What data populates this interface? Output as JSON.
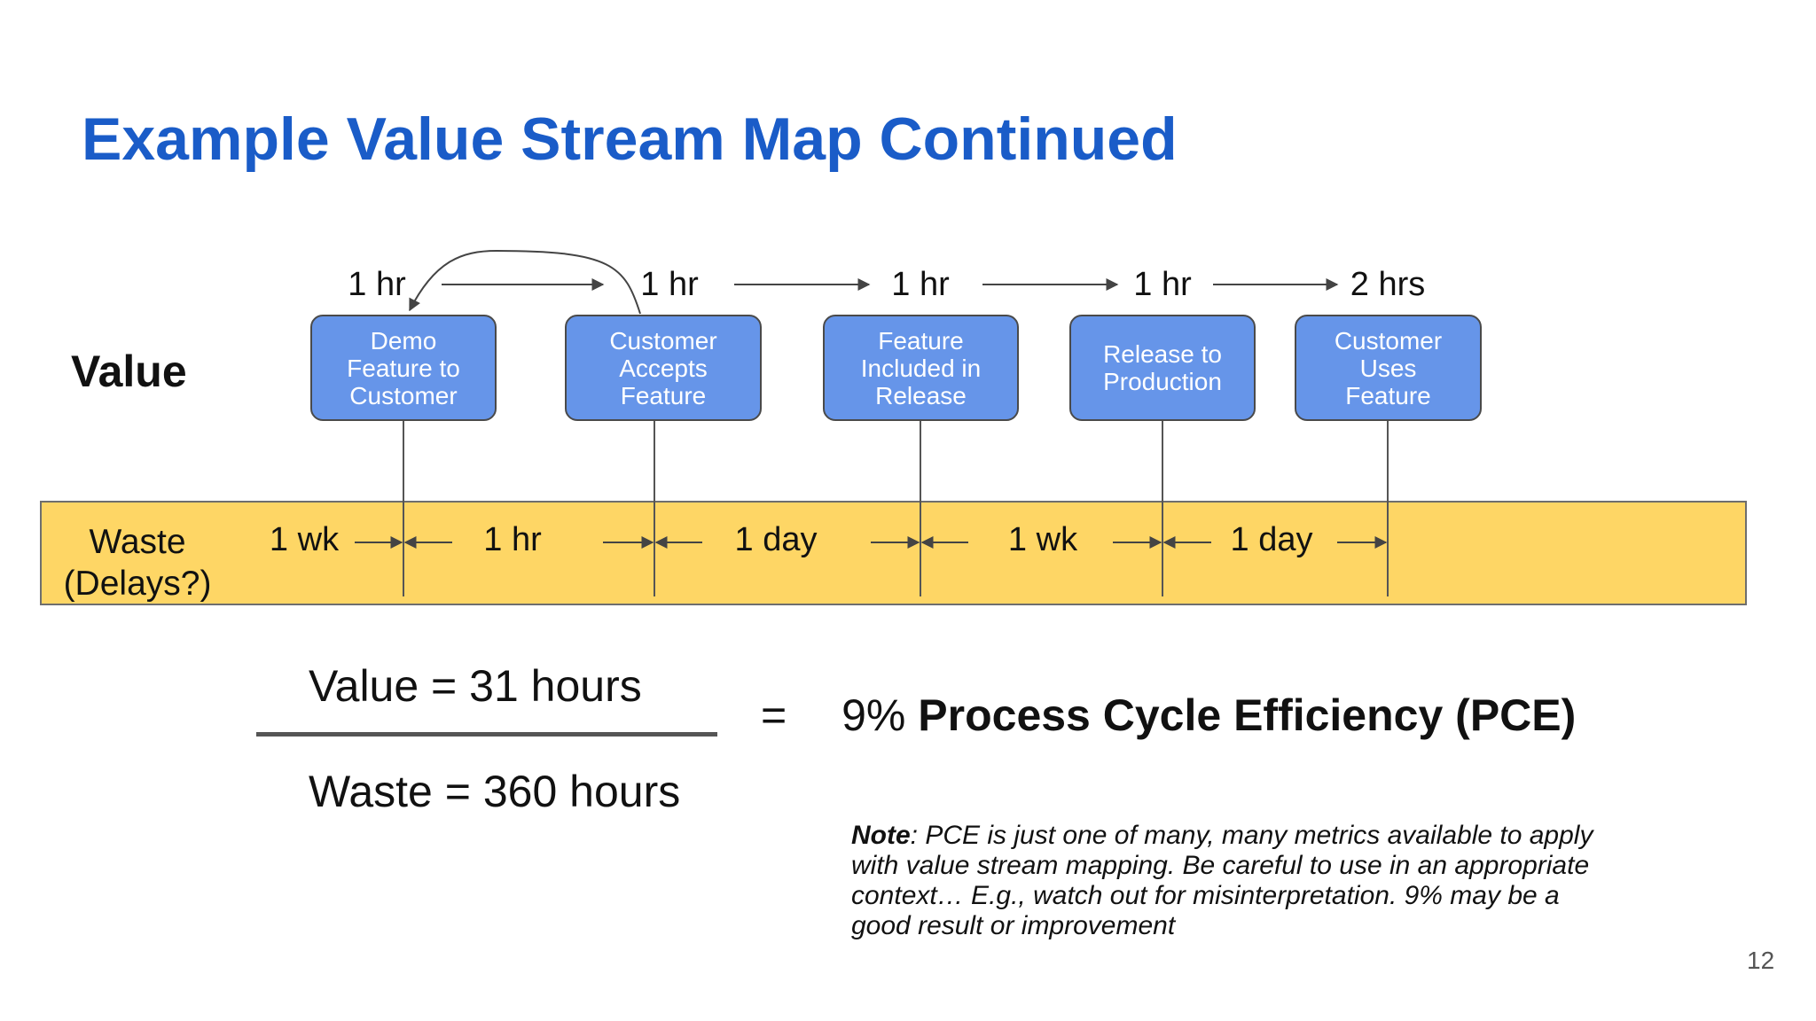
{
  "title": "Example Value Stream Map Continued",
  "value_label": "Value",
  "waste_label": [
    "Waste",
    "(Delays?)"
  ],
  "steps": [
    {
      "label": "Demo\nFeature to\nCustomer",
      "time": "1 hr"
    },
    {
      "label": "Customer\nAccepts\nFeature",
      "time": "1 hr"
    },
    {
      "label": "Feature\nIncluded in\nRelease",
      "time": "1 hr"
    },
    {
      "label": "Release to\nProduction",
      "time": "1 hr"
    },
    {
      "label": "Customer\nUses\nFeature",
      "time": "2 hrs"
    }
  ],
  "waits": [
    "1 wk",
    "1 hr",
    "1 day",
    "1 wk",
    "1 day"
  ],
  "calc": {
    "numerator": "Value = 31 hours",
    "denominator": "Waste = 360 hours",
    "equals": "=",
    "percent": "9%",
    "result": "Process Cycle Efficiency (PCE)"
  },
  "note": {
    "lead": "Note",
    "body": ": PCE is just one of many, many metrics available to apply with value stream mapping. Be careful to use in an appropriate context… E.g., watch out for misinterpretation. 9% may be a good result or improvement"
  },
  "page_number": "12",
  "colors": {
    "title": "#1a5cc8",
    "box_fill": "#6695e9",
    "waste_band": "#fed665"
  }
}
